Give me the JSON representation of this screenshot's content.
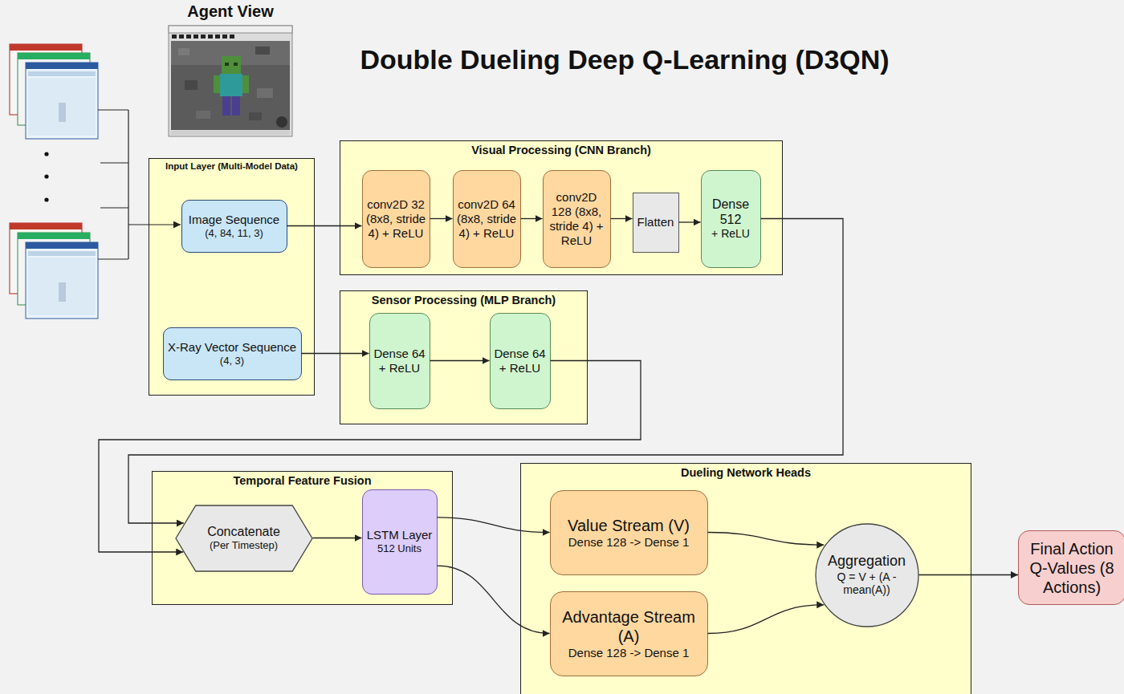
{
  "diagram": {
    "title": "Double Dueling Deep Q-Learning (D3QN)",
    "nodes": [
      {
        "text": [
          "Input Layer (Multi-Model Data)"
        ]
      },
      {
        "text": [
          "Image Sequence",
          "(4, 84, 11, 3)"
        ],
        "in": 0
      },
      {
        "text": [
          "X-Ray Vector Sequence",
          "(4, 3)"
        ],
        "in": 0
      },
      {
        "text": [
          "Visual Processing (CNN Branch)"
        ]
      },
      {
        "text": [
          "conv2D 32 (8x8, stride 4) + ReLU"
        ],
        "in": 3
      },
      {
        "text": [
          "conv2D 64 (8x8, stride 4) + ReLU"
        ],
        "in": 3
      },
      {
        "text": [
          "conv2D 128 (8x8, stride 4) + ReLU"
        ],
        "in": 3
      },
      {
        "text": [
          "Flatten"
        ],
        "in": 3
      },
      {
        "text": [
          "Dense 512",
          "+ ReLU"
        ],
        "in": 3
      },
      {
        "text": [
          "Sensor Processing (MLP Branch)"
        ]
      },
      {
        "text": [
          "Dense 64",
          "+ ReLU"
        ],
        "in": 9
      },
      {
        "text": [
          "Dense 64",
          "+ ReLU"
        ],
        "in": 9
      },
      {
        "text": [
          "Temporal Feature Fusion"
        ]
      },
      {
        "text": [
          "Concatenate",
          "(Per Timestep)"
        ],
        "in": 12
      },
      {
        "text": [
          "LSTM Layer",
          "512 Units"
        ],
        "in": 12
      },
      {
        "text": [
          "Dueling Network Heads"
        ]
      },
      {
        "text": [
          "Value Stream (V)",
          "Dense 128 -> Dense 1"
        ],
        "in": 15
      },
      {
        "text": [
          "Advantage Stream (A)",
          "Dense 128 -> Dense 1"
        ],
        "in": 15
      },
      {
        "text": [
          "Aggregation",
          "Q = V + (A - mean(A))"
        ],
        "in": 15
      },
      {
        "text": [
          "Final Action Q-Values (8 Actions)"
        ]
      }
    ],
    "edges": [
      {
        "from": 1,
        "to": 4,
        "arrow": "to"
      },
      {
        "from": 4,
        "to": 5,
        "arrow": "to"
      },
      {
        "from": 5,
        "to": 6,
        "arrow": "to"
      },
      {
        "from": 6,
        "to": 7,
        "arrow": "to"
      },
      {
        "from": 7,
        "to": 8,
        "arrow": "to"
      },
      {
        "from": 8,
        "to": 13,
        "arrow": "to"
      },
      {
        "from": 2,
        "to": 10,
        "arrow": "to"
      },
      {
        "from": 10,
        "to": 11,
        "arrow": "to"
      },
      {
        "from": 11,
        "to": 13,
        "arrow": "to"
      },
      {
        "from": 13,
        "to": 14,
        "arrow": "to"
      },
      {
        "from": 14,
        "to": 16,
        "arrow": "to"
      },
      {
        "from": 14,
        "to": 17,
        "arrow": "to"
      },
      {
        "from": 16,
        "to": 18,
        "arrow": "to"
      },
      {
        "from": 17,
        "to": 18,
        "arrow": "to"
      },
      {
        "from": 18,
        "to": 19,
        "arrow": "to"
      }
    ],
    "labels": [
      "Agent View"
    ]
  }
}
